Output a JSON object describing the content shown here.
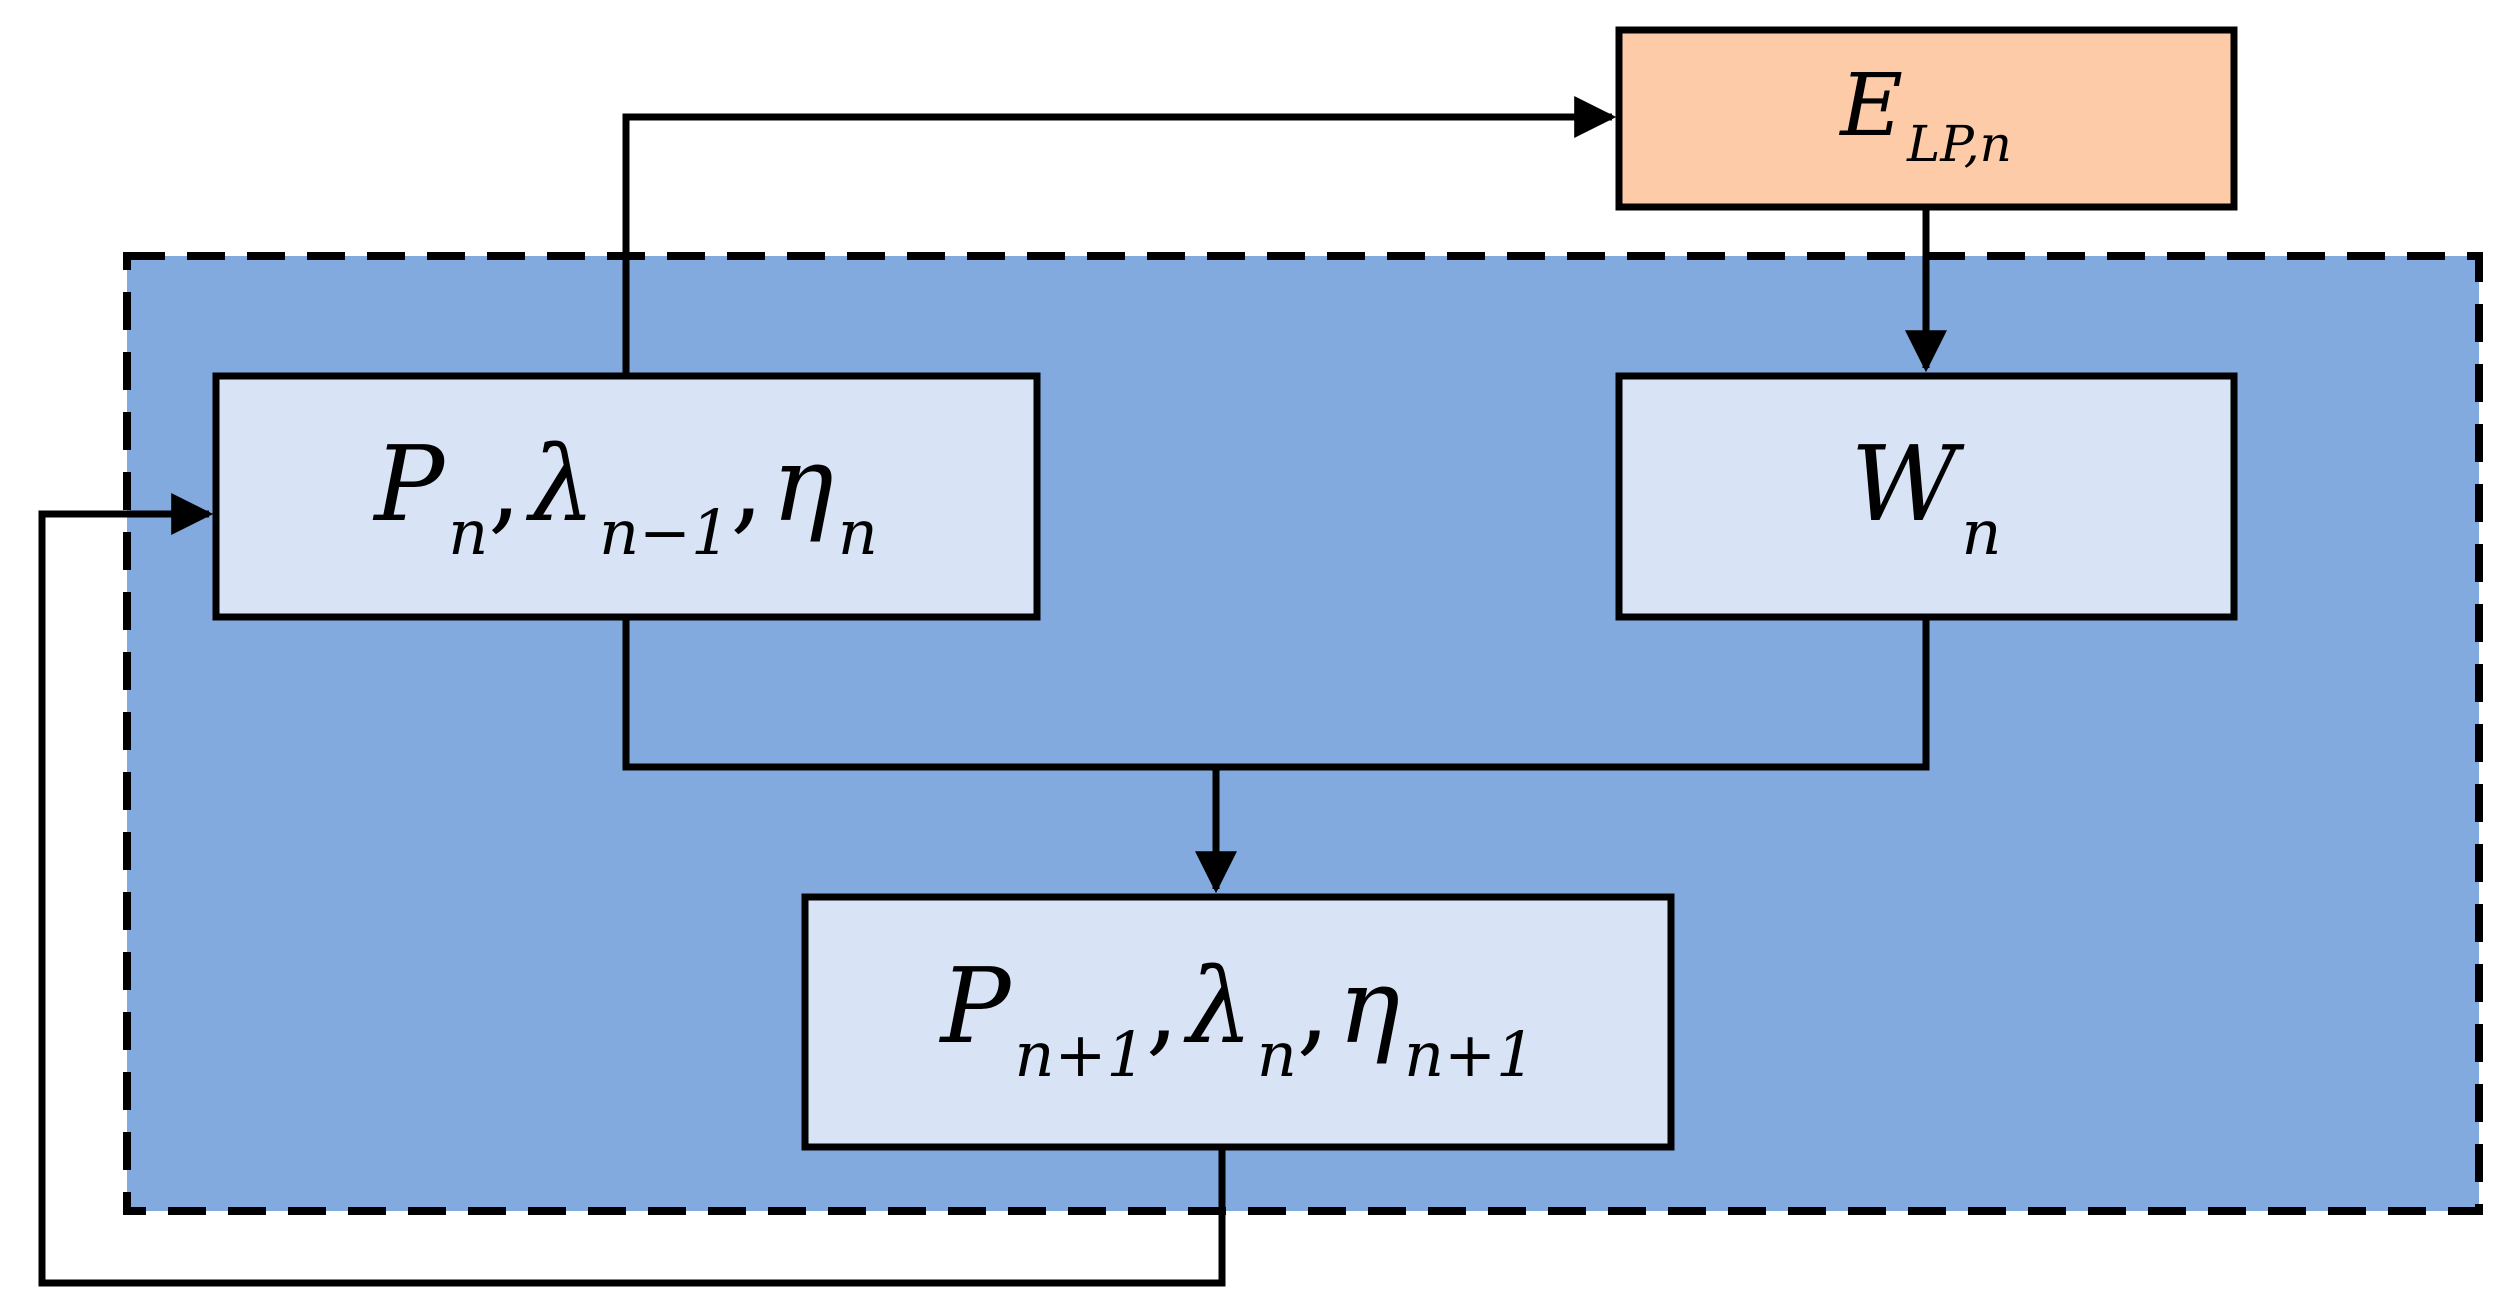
{
  "colors": {
    "region_fill": "#82aadf",
    "box_fill": "#d8e4f5",
    "energy_box_fill": "#fdcba8",
    "stroke": "#000000"
  },
  "nodes": {
    "energy": {
      "base": "E",
      "sub": "LP,n"
    },
    "state_current": [
      {
        "base": "P",
        "sub": "n"
      },
      {
        "sep": ","
      },
      {
        "base": "λ",
        "sub": "n−1"
      },
      {
        "sep": ","
      },
      {
        "base": "η",
        "sub": "n"
      }
    ],
    "weight": {
      "base": "W",
      "sub": "n"
    },
    "state_next": [
      {
        "base": "P",
        "sub": "n+1"
      },
      {
        "sep": ","
      },
      {
        "base": "λ",
        "sub": "n"
      },
      {
        "sep": ","
      },
      {
        "base": "η",
        "sub": "n+1"
      }
    ]
  }
}
